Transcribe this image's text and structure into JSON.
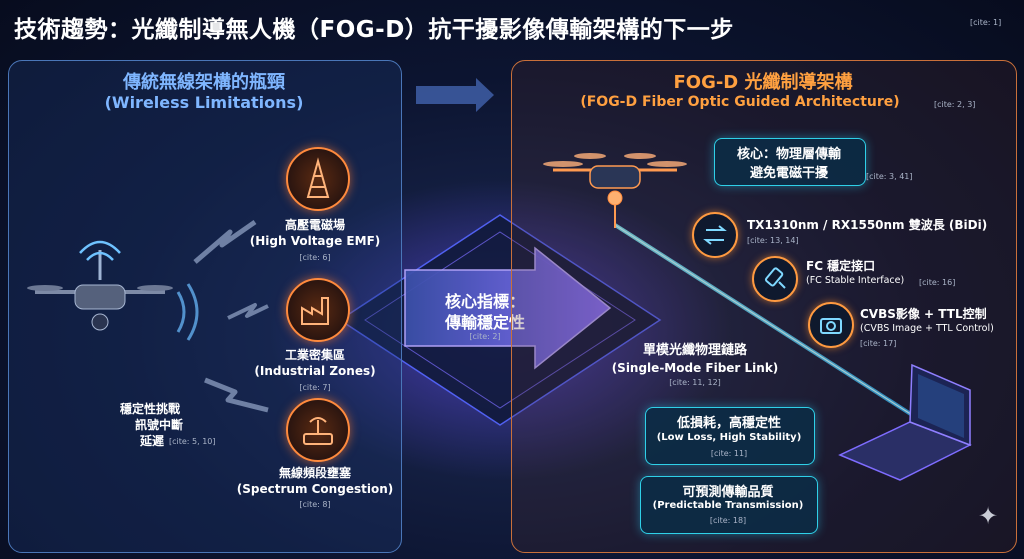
{
  "title": "技術趨勢：光纖制導無人機（FOG-D）抗干擾影像傳輸架構的下一步",
  "title_cite": "[cite: 1]",
  "left_panel": {
    "heading": "傳統無線架構的瓶頸",
    "subheading": "(Wireless Limitations)",
    "items": [
      {
        "zh": "高壓電磁場",
        "en": "(High Voltage EMF)",
        "cite": "[cite: 6]",
        "icon": "tower-icon"
      },
      {
        "zh": "工業密集區",
        "en": "(Industrial Zones)",
        "cite": "[cite: 7]",
        "icon": "factory-icon"
      },
      {
        "zh": "無線頻段壅塞",
        "en": "(Spectrum Congestion)",
        "cite": "[cite: 8]",
        "icon": "router-icon"
      }
    ],
    "challenge": {
      "line1": "穩定性挑戰",
      "line2": "訊號中斷",
      "line3": "延遲",
      "cite": "[cite: 5, 10]"
    }
  },
  "center": {
    "line1": "核心指標：",
    "line2": "傳輸穩定性",
    "cite": "[cite: 2]"
  },
  "right_panel": {
    "heading": "FOG-D 光纖制導架構",
    "subheading": "(FOG-D Fiber Optic Guided Architecture)",
    "heading_cite": "[cite: 2, 3]",
    "core": {
      "line1": "核心：物理層傳輸",
      "line2": "避免電磁干擾",
      "cite": "[cite: 3, 41]"
    },
    "features": [
      {
        "title": "TX1310nm / RX1550nm 雙波長 (BiDi)",
        "sub": "",
        "cite": "[cite: 13, 14]",
        "icon": "bidi-arrows-icon"
      },
      {
        "title": "FC 穩定接口",
        "sub": "(FC Stable Interface)",
        "cite": "[cite: 16]",
        "icon": "connector-icon"
      },
      {
        "title": "CVBS影像 + TTL控制",
        "sub": "(CVBS Image + TTL Control)",
        "cite": "[cite: 17]",
        "icon": "camera-icon"
      }
    ],
    "fiber_link": {
      "zh": "單模光纖物理鏈路",
      "en": "(Single-Mode Fiber Link)",
      "cite": "[cite: 11, 12]"
    },
    "low_loss": {
      "zh": "低損耗，高穩定性",
      "en": "(Low Loss, High Stability)",
      "cite": "[cite: 11]"
    },
    "predictable": {
      "zh": "可預測傳輸品質",
      "en": "(Predictable Transmission)",
      "cite": "[cite: 18]"
    }
  },
  "colors": {
    "accent_orange": "#ff8a3d",
    "accent_cyan": "#2fd0e8",
    "accent_blue": "#7fb6ff"
  }
}
